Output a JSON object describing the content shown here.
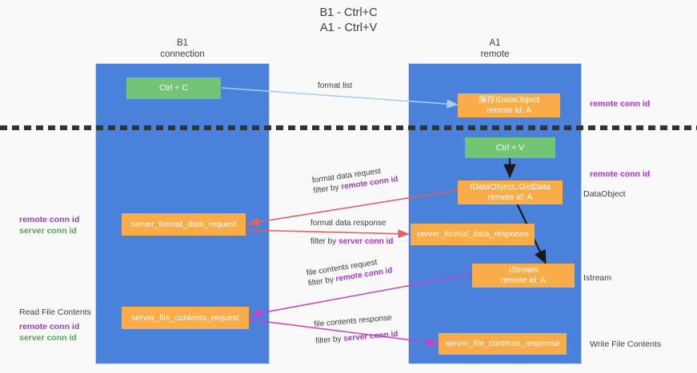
{
  "title": {
    "line1": "B1 - Ctrl+C",
    "line2": "A1 - Ctrl+V"
  },
  "columns": [
    {
      "name": "B1",
      "role": "connection"
    },
    {
      "name": "A1",
      "role": "remote"
    }
  ],
  "nodes": {
    "ctrl_c": {
      "label": "Ctrl + C"
    },
    "ctrl_v": {
      "label": "Ctrl + V"
    },
    "save_dataobject": {
      "label": "保存IDataObject",
      "sub": "remote id: A"
    },
    "getdata": {
      "label": "IDataObject::GetData",
      "sub": "remote id: A"
    },
    "istream": {
      "label": "IStream",
      "sub": "remote id: A"
    },
    "server_format_data_request": {
      "label": "server_format_data_request"
    },
    "server_format_data_response": {
      "label": "server_format_data_response"
    },
    "server_file_contents_request": {
      "label": "server_file_contents_request"
    },
    "server_file_contents_response": {
      "label": "server_file_contents_response"
    }
  },
  "edges": {
    "format_list": {
      "label": "format list"
    },
    "format_data_request": {
      "line1": "format data request",
      "filter_prefix": "filter by ",
      "filter_key": "remote conn id"
    },
    "format_data_response": {
      "line1": "format data response",
      "filter_prefix": "filter by ",
      "filter_key": "server conn id"
    },
    "file_contents_request": {
      "line1": "file contents request",
      "filter_prefix": "filter by ",
      "filter_key": "remote conn id"
    },
    "file_contents_response": {
      "line1": "file contents response",
      "filter_prefix": "filter by ",
      "filter_key": "server conn id"
    }
  },
  "annotations": {
    "right_remote_conn_id_top": "remote conn id",
    "right_remote_conn_id_mid": "remote conn id",
    "right_dataobject": "DataObject",
    "right_istream": "Istream",
    "right_write_file_contents": "Write File Contents",
    "left_remote_conn_id": "remote conn id",
    "left_server_conn_id": "server conn id",
    "left_read_file_contents": "Read File Contents",
    "left_remote_conn_id_2": "remote conn id",
    "left_server_conn_id_2": "server conn id"
  },
  "colors": {
    "panel": "#4a81db",
    "node_green": "#74c476",
    "node_orange": "#f9ac47",
    "accent_purple": "#a435c8",
    "accent_green": "#4fa84f",
    "arrow_blue": "#a9cdf0",
    "arrow_red": "#e2605f",
    "arrow_magenta": "#cc3fc1",
    "arrow_black": "#1a1a1a",
    "background": "#f9f9f9"
  }
}
